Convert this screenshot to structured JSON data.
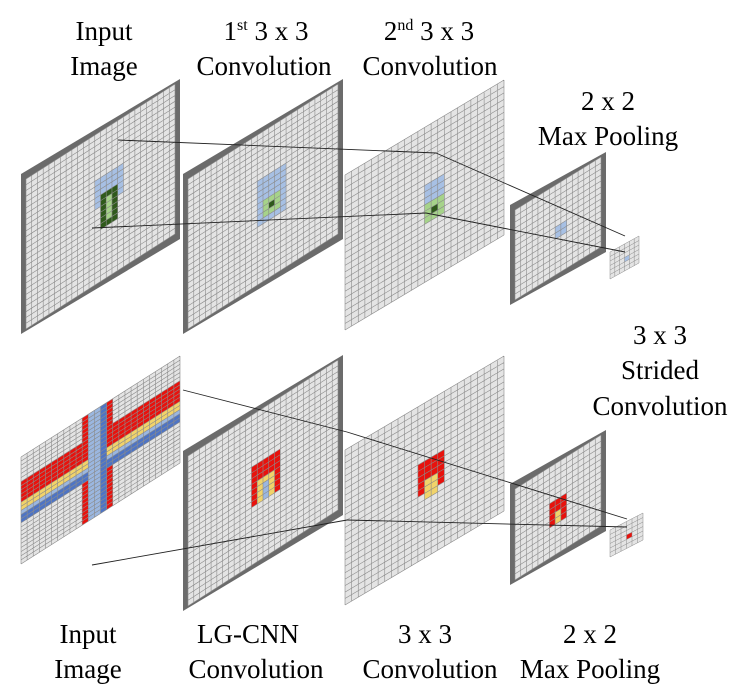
{
  "top_row": {
    "labels": {
      "input": [
        "Input",
        "Image"
      ],
      "conv1": {
        "ordinal": "1",
        "ordinal_sup": "st",
        "size": " 3 x 3",
        "line2": "Convolution"
      },
      "conv2": {
        "ordinal": "2",
        "ordinal_sup": "nd",
        "size": " 3 x 3",
        "line2": "Convolution"
      },
      "pool": [
        "2 x 2",
        "Max Pooling"
      ]
    }
  },
  "bottom_row": {
    "labels": {
      "strided": [
        "3 x 3",
        "Strided",
        "Convolution"
      ],
      "input": [
        "Input",
        "Image"
      ],
      "lgcnn": [
        "LG-CNN",
        "Convolution"
      ],
      "conv": [
        "3 x 3",
        "Convolution"
      ],
      "pool": [
        "2 x 2",
        "Max Pooling"
      ]
    }
  },
  "colors": {
    "grid_fill": "#e4e4e4",
    "grid_line": "#8a8a8a",
    "frame_dark": "#6b6b6b",
    "highlight_light_blue": "#a7c0e4",
    "highlight_green": "#a6d38a",
    "highlight_dark_green": "#2f5a1b",
    "stripe_red": "#e8120d",
    "stripe_yellow": "#f1d36a",
    "stripe_blue": "#4e74c4",
    "stripe_light_blue": "#9bb7e0"
  }
}
